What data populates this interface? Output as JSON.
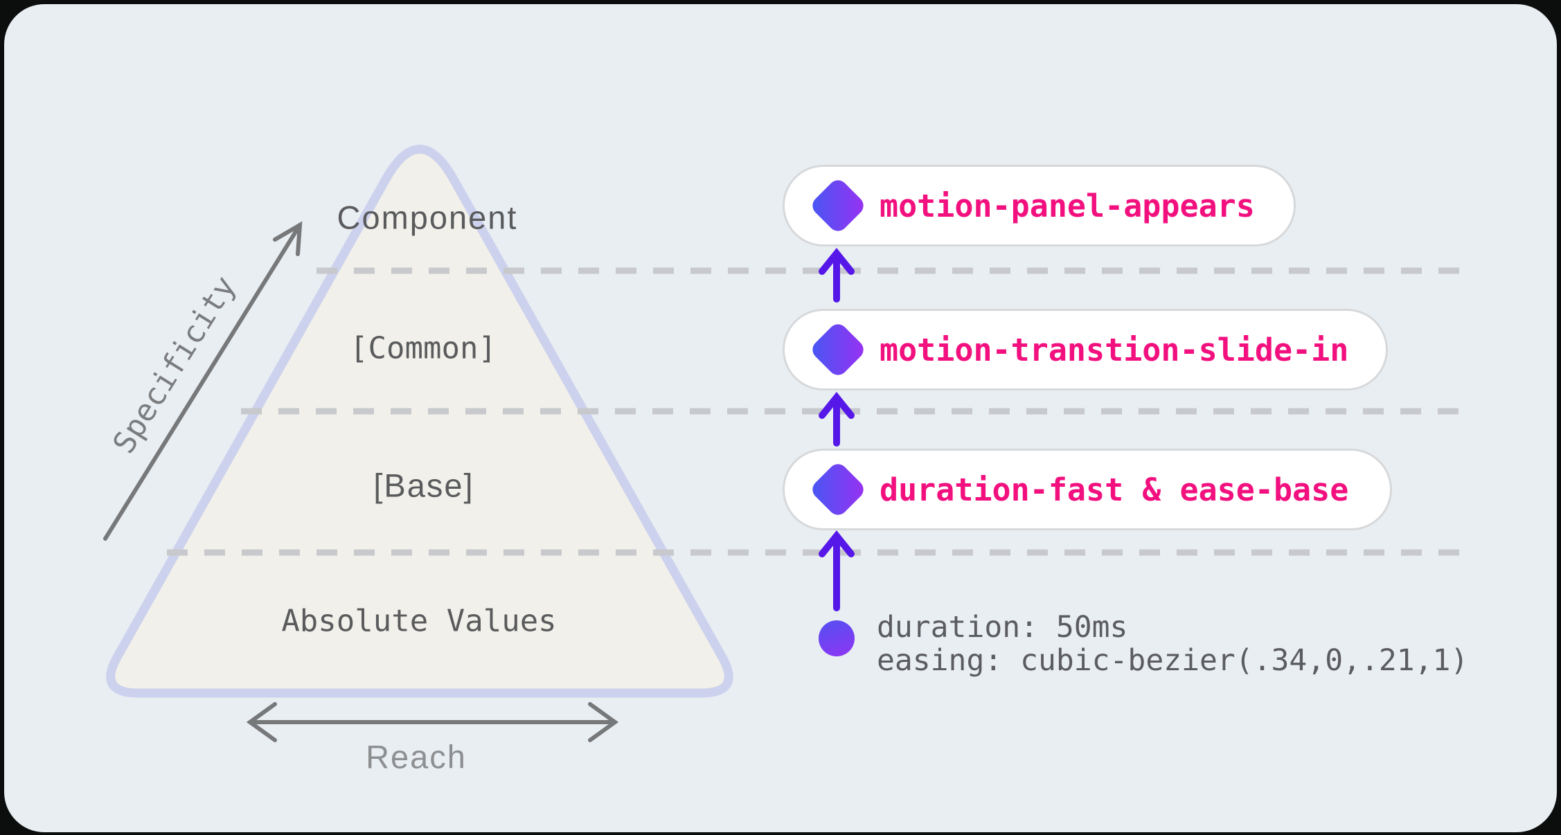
{
  "pyramid": {
    "levels": [
      {
        "label": "Component"
      },
      {
        "label": "[Common]"
      },
      {
        "label": "[Base]"
      },
      {
        "label": "Absolute Values"
      }
    ]
  },
  "axes": {
    "specificity": "Specificity",
    "reach": "Reach"
  },
  "tokens": [
    {
      "label": "motion-panel-appears"
    },
    {
      "label": "motion-transtion-slide-in"
    },
    {
      "label": "duration-fast & ease-base"
    }
  ],
  "raw_values": {
    "line1": "duration: 50ms",
    "line2": "easing: cubic-bezier(.34,0,.21,1)"
  },
  "colors": {
    "card_background": "#e9eef3",
    "pyramid_fill": "#f2f0ea",
    "pyramid_border": "#ccd1ed",
    "dashed_line": "#c7c9cc",
    "gray_arrow": "#76787a",
    "label_text": "#5a5b5d",
    "token_text_pink": "#f2107f",
    "flow_arrow_purple": "#5618e8",
    "icon_gradient_start": "#4459f3",
    "icon_gradient_end": "#9c2ff2"
  }
}
